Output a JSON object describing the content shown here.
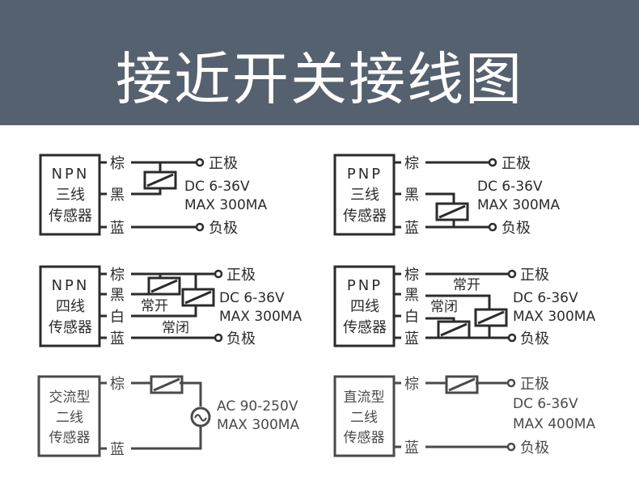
{
  "header": {
    "title": "接近开关接线图",
    "background": "#56616f"
  },
  "colors": {
    "wire": "#2b2b2b",
    "wire_light": "#4a4a4a"
  },
  "wire_labels": {
    "brown": "棕",
    "black": "黑",
    "white": "白",
    "blue": "蓝"
  },
  "terminals": {
    "positive": "正极",
    "negative": "负极"
  },
  "switch_labels": {
    "normally_open": "常开",
    "normally_closed": "常闭"
  },
  "diagrams": [
    {
      "id": "npn3",
      "sensor_lines": [
        "NPN",
        "三线",
        "传感器"
      ],
      "spec_lines": [
        "DC 6-36V",
        "MAX 300MA"
      ]
    },
    {
      "id": "pnp3",
      "sensor_lines": [
        "PNP",
        "三线",
        "传感器"
      ],
      "spec_lines": [
        "DC 6-36V",
        "MAX 300MA"
      ]
    },
    {
      "id": "npn4",
      "sensor_lines": [
        "NPN",
        "四线",
        "传感器"
      ],
      "spec_lines": [
        "DC 6-36V",
        "MAX 300MA"
      ]
    },
    {
      "id": "pnp4",
      "sensor_lines": [
        "PNP",
        "四线",
        "传感器"
      ],
      "spec_lines": [
        "DC 6-36V",
        "MAX 300MA"
      ]
    },
    {
      "id": "ac2",
      "sensor_lines": [
        "交流型",
        "二线",
        "传感器"
      ],
      "spec_lines": [
        "AC 90-250V",
        "MAX 300MA"
      ],
      "source_symbol": "~"
    },
    {
      "id": "dc2",
      "sensor_lines": [
        "直流型",
        "二线",
        "传感器"
      ],
      "spec_lines": [
        "DC 6-36V",
        "MAX 400MA"
      ]
    }
  ]
}
